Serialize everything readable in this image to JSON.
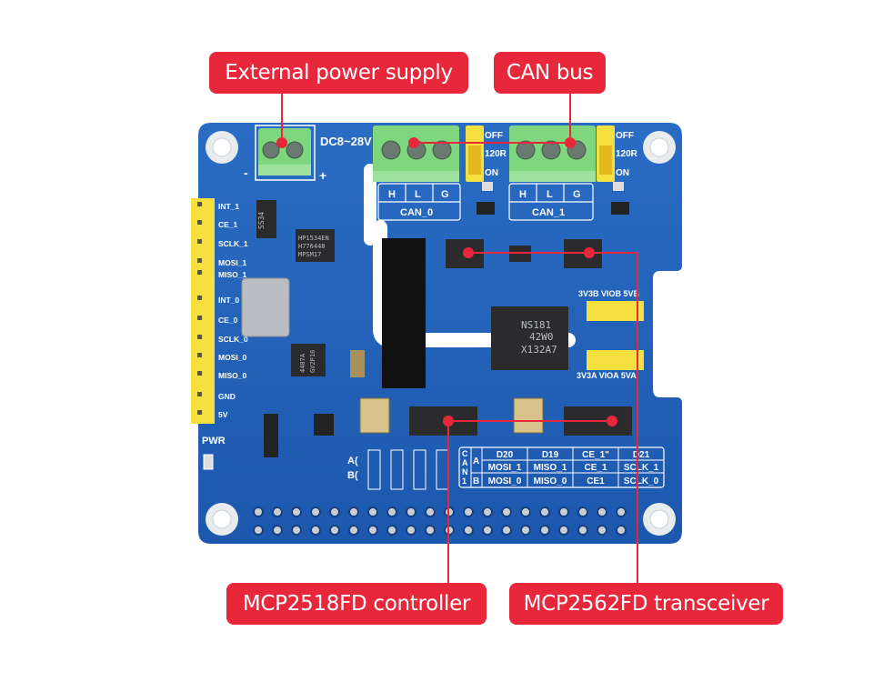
{
  "colors": {
    "callout": "#e8273a",
    "pcb": "#1f5fb8",
    "terminal": "#7ed67e",
    "header": "#f5e040"
  },
  "callouts": {
    "power": "External power supply",
    "can_bus": "CAN bus",
    "controller": "MCP2518FD controller",
    "transceiver": "MCP2562FD transceiver"
  },
  "silkscreen": {
    "dc_input": "DC8~28V",
    "minus": "-",
    "plus": "+",
    "can0": {
      "h": "H",
      "l": "L",
      "g": "G",
      "name": "CAN_0"
    },
    "can1": {
      "h": "H",
      "l": "L",
      "g": "G",
      "name": "CAN_1"
    },
    "jumper0": {
      "off": "OFF",
      "r": "120R",
      "on": "ON"
    },
    "jumper1": {
      "off": "OFF",
      "r": "120R",
      "on": "ON"
    },
    "vio_b": "3V3B VIOB 5VB",
    "vio_a": "3V3A VIOA 5VA",
    "pwr": "PWR",
    "a_mark": "A(",
    "b_mark": "B(",
    "header_pins": [
      "INT_1",
      "CE_1",
      "SCLK_1",
      "MOSI_1",
      "MISO_1",
      "INT_0",
      "CE_0",
      "SCLK_0",
      "MOSI_0",
      "MISO_0",
      "GND",
      "5V"
    ]
  },
  "chips": {
    "isolator": [
      "NS181",
      "42W0",
      "X132A7"
    ],
    "regulator": [
      "HP1534EN",
      "H776448",
      "MPSM17"
    ],
    "diode": "SS34",
    "mosfet": [
      "4407A",
      "GV2P16"
    ]
  },
  "pin_table": {
    "side_label": [
      "C",
      "A",
      "N",
      "1"
    ],
    "rows": [
      {
        "label": "A",
        "cells": [
          "D20",
          "D19",
          "CE_1\"",
          "D21"
        ],
        "sub": [
          "MOSI_1",
          "MISO_1",
          "CE_1",
          "SCLK_1"
        ]
      },
      {
        "label": "B",
        "cells": [
          "MOSI_0",
          "MISO_0",
          "CE1",
          "SCLK_0"
        ]
      }
    ]
  }
}
